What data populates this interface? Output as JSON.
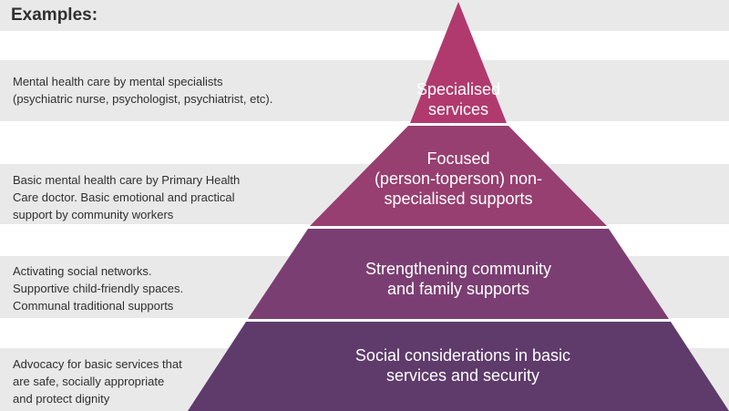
{
  "heading": "Examples:",
  "levels": [
    {
      "label_lines": [
        "Specialised",
        "services"
      ],
      "color": "#b03a6e",
      "example_lines": [
        "Mental health care by mental specialists",
        "(psychiatric nurse, psychologist, psychiatrist, etc)."
      ]
    },
    {
      "label_lines": [
        "Focused",
        "(person-toperson) non-",
        "specialised supports"
      ],
      "color": "#963f70",
      "example_lines": [
        "Basic mental health care by Primary Health",
        "Care doctor. Basic emotional and practical",
        "support by community workers"
      ]
    },
    {
      "label_lines": [
        "Strengthening community",
        "and family supports"
      ],
      "color": "#7b3e72",
      "example_lines": [
        "Activating social networks.",
        "Supportive child-friendly spaces.",
        "Communal traditional supports"
      ]
    },
    {
      "label_lines": [
        "Social considerations in basic",
        "services and security"
      ],
      "color": "#5e3b6b",
      "example_lines": [
        "Advocacy for basic services that",
        "are safe, socially appropriate",
        "and protect dignity"
      ]
    }
  ]
}
